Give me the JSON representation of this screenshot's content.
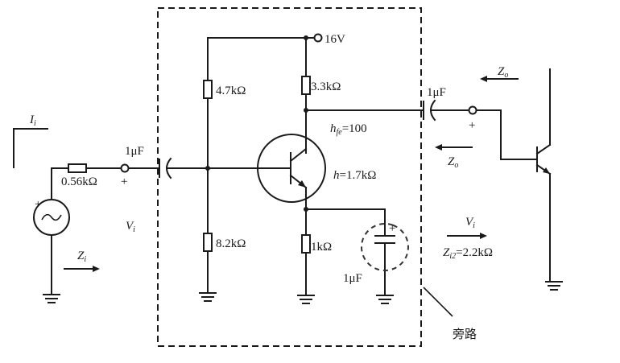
{
  "labels": {
    "supply": "16V",
    "r_top_left": "4.7kΩ",
    "r_collector": "3.3kΩ",
    "r_bottom_left": "8.2kΩ",
    "r_emitter": "1kΩ",
    "r_source": "0.56kΩ",
    "c_in": "1μF",
    "c_out": "1μF",
    "c_bypass": "1μF",
    "hfe_sym": "h",
    "hfe_sub": "fe",
    "hfe_val": "=100",
    "hie_sym": "h",
    "hie_val": "=1.7kΩ",
    "ii_sym": "I",
    "ii_sub": "i",
    "vi_left_sym": "V",
    "vi_left_sub": "i",
    "zi_sym": "Z",
    "zi_sub": "i",
    "zo_top_sym": "Z",
    "zo_top_sub": "o",
    "zo_mid_sym": "Z",
    "zo_mid_sub": "o",
    "vi_right_sym": "V",
    "vi_right_sub": "i",
    "zi2_sym": "Z",
    "zi2_sub": "i2",
    "zi2_val": "=2.2kΩ",
    "plus_in": "+",
    "plus_out": "+",
    "plus_source": "+",
    "plus_cap": "+",
    "bypass_label": "旁路"
  }
}
